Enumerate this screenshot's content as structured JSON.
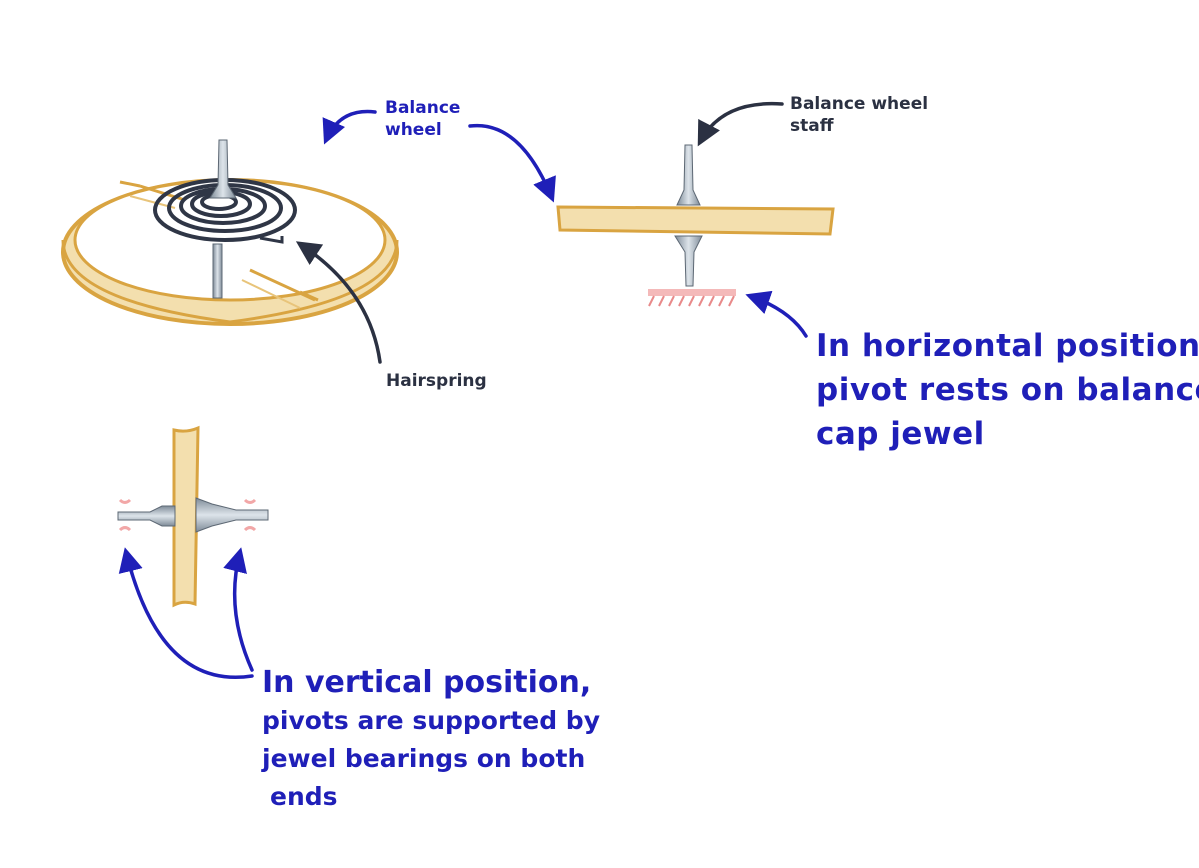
{
  "labels": {
    "balance_wheel": [
      "Balance",
      "wheel"
    ],
    "balance_wheel_staff": [
      "Balance wheel",
      "staff"
    ],
    "hairspring": "Hairspring",
    "horizontal_note": [
      "In horizontal position,",
      "pivot rests on balance",
      "cap jewel"
    ],
    "vertical_note": [
      "In vertical position,",
      "pivots are supported by",
      "jewel bearings on both",
      "ends"
    ]
  },
  "colors": {
    "annotation_blue": "#1f1fb8",
    "annotation_dark": "#2b3142",
    "wheel_gold": "#d9a441",
    "wheel_fill": "#f3dfae",
    "steel": "#a8b4c0",
    "spring": "#2f3646",
    "jewel_pink": "#e88a8a"
  }
}
